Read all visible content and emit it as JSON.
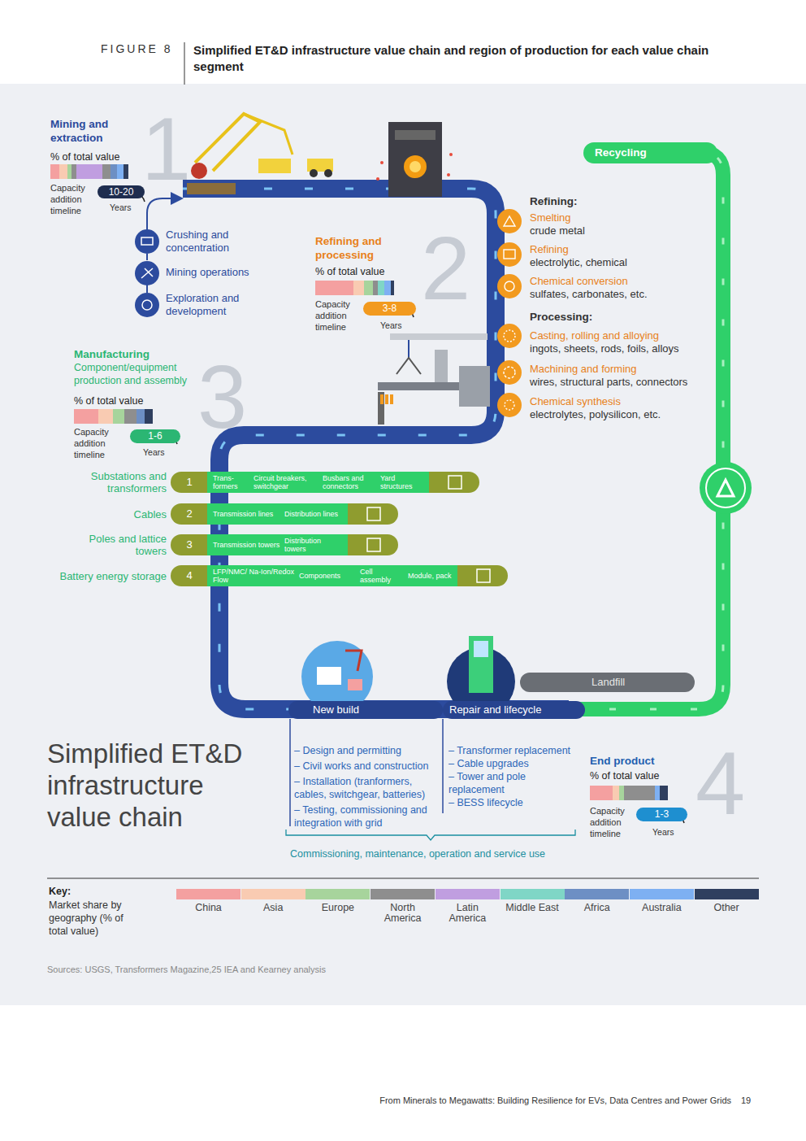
{
  "diagram": {
    "title": "Simplified ET&D infrastructure value chain and region of production for each value chain segment",
    "nodes": [
      {
        "text": [
          "Recycling"
        ]
      },
      {
        "text": [
          "Substations and transformers",
          "1",
          "Trans- formers",
          "Circuit breakers, switchgear",
          "Busbars and connectors",
          "Yard structures"
        ]
      },
      {
        "text": [
          "Cables",
          "2",
          "Transmission lines",
          "Distribution lines"
        ]
      },
      {
        "text": [
          "Poles and lattice towers",
          "3",
          "Transmission towers",
          "Distribution towers"
        ]
      },
      {
        "text": [
          "Battery energy storage",
          "4",
          "LFP/NMC/ Na-Ion/Redox Flow",
          "Components",
          "Cell assembly",
          "Module, pack"
        ]
      },
      {
        "text": [
          "New build"
        ]
      },
      {
        "text": [
          "Repair and lifecycle"
        ]
      },
      {
        "text": [
          "Landfill"
        ]
      }
    ],
    "labels": [
      "FIGURE 8",
      "1",
      "Mining and extraction",
      "% of total value",
      "Capacity addition timeline",
      "10-20",
      "Years",
      "Crushing and concentration",
      "Mining operations",
      "Exploration and development",
      "2",
      "Refining and processing",
      "% of total value",
      "Capacity addition timeline",
      "3-8",
      "Years",
      "Refining:",
      "Smelting",
      "crude metal",
      "Refining",
      "electrolytic, chemical",
      "Chemical conversion",
      "sulfates, carbonates, etc.",
      "Processing:",
      "Casting, rolling and alloying",
      "ingots, sheets, rods, foils, alloys",
      "Machining and forming",
      "wires, structural parts, connectors",
      "Chemical synthesis",
      "electrolytes, polysilicon, etc.",
      "3",
      "Manufacturing",
      "Component/equipment production and assembly",
      "% of total value",
      "Capacity addition timeline",
      "1-6",
      "Years",
      "Simplified ET&D infrastructure value chain",
      "– Design and permitting",
      "– Civil works and construction",
      "– Installation (tranformers, cables, switchgear, batteries)",
      "– Testing, commissioning and integration with grid",
      "– Transformer replacement",
      "– Cable upgrades",
      "– Tower and pole replacement",
      "– BESS lifecycle",
      "Commissioning, maintenance, operation and service use",
      "4",
      "End product",
      "% of total value",
      "Capacity addition timeline",
      "1-3",
      "Years",
      "Key:",
      "Market share by geography (% of total value)",
      "Sources: USGS, Transformers Magazine,25 IEA and Kearney analysis",
      "From Minerals to Megawatts: Building Resilience for EVs, Data Centres and Power Grids",
      "19"
    ],
    "legend": [
      {
        "text": "China",
        "color": "#f4a0a0"
      },
      {
        "text": "Asia",
        "color": "#f9cbb2"
      },
      {
        "text": "Europe",
        "color": "#a7d49c"
      },
      {
        "text": "North America",
        "color": "#8e8e8e"
      },
      {
        "text": "Latin America",
        "color": "#c09ee0"
      },
      {
        "text": "Middle East",
        "color": "#7fd6c6"
      },
      {
        "text": "Africa",
        "color": "#6d8fc4"
      },
      {
        "text": "Australia",
        "color": "#7eb0f2"
      },
      {
        "text": "Other",
        "color": "#2f3f5f"
      }
    ]
  }
}
